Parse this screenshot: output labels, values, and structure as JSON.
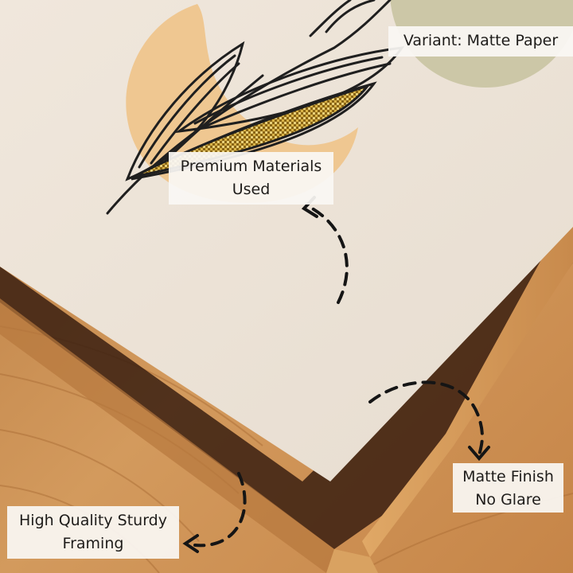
{
  "labels": {
    "variant": "Variant: Matte Paper",
    "premium_line1": "Premium Materials",
    "premium_line2": "Used",
    "matte_line1": "Matte Finish",
    "matte_line2": "No Glare",
    "framing_line1": "High Quality Sturdy",
    "framing_line2": "Framing"
  },
  "colors": {
    "paper": "#ede4d8",
    "sage_shape": "#ccc7a7",
    "peach_shape": "#efc791",
    "wood": "#c98a4e",
    "line_art": "#1f1f1f",
    "gold_fill": "#b58a1e",
    "label_background": "#faf8f4"
  },
  "icons": [
    "dashed-arrow-icon",
    "leaf-branch-illustration"
  ]
}
